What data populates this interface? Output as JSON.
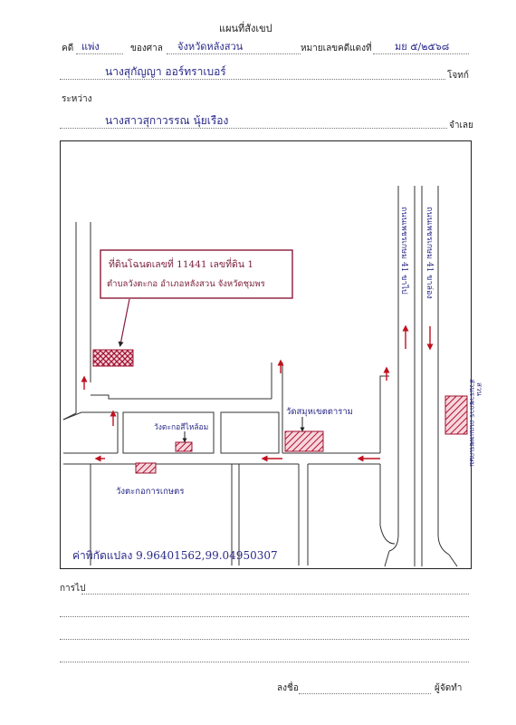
{
  "header": {
    "title": "แผนที่สังเขป",
    "case_label": "คดี",
    "case_type": "แพ่ง",
    "court_label": "ของศาล",
    "court_name": "จังหวัดหลังสวน",
    "black_case_label": "หมายเลขคดีแดงที่",
    "black_case_number": "มย ๕/๒๕๖๘",
    "plaintiff_name": "นางสุกัญญา  ออร์ทราเบอร์",
    "plaintiff_label": "โจทก์",
    "between_label": "ระหว่าง",
    "defendant_name": "นางสาวสุกาวรรณ  นุ้ยเรือง",
    "defendant_label": "จำเลย"
  },
  "map": {
    "callout": {
      "line1": "ที่ดินโฉนดเลขที่ 11441  เลขที่ดิน 1",
      "line2": "ตำบลวังตะกอ อำเภอหลังสวน จังหวัดชุมพร"
    },
    "road_left_label": "ถนนเพชรเกษม 41 ขาไป",
    "road_right_label": "ถนนเพชรเกษม 41 ขาล่อง",
    "far_right_label": "ส่วนราชการ ถนนเพชรเกษม",
    "far_right_mark": "สวน",
    "landmarks": [
      {
        "name": "วัดสมุหเขตตาราม"
      },
      {
        "name": "วังตะกอสีไหล้อม"
      },
      {
        "name": "วังตะกอการเกษตร"
      }
    ],
    "coordinates": "ค่าพิกัดแปลง 9.96401562,99.04950307",
    "colors": {
      "ink_blue": "#2a2a8a",
      "ink_red": "#8b1a3a",
      "hatch": "#b01030"
    }
  },
  "footer": {
    "route_label": "การไป",
    "sign_label": "ลงชื่อ",
    "maker_label": "ผู้จัดทำ"
  }
}
